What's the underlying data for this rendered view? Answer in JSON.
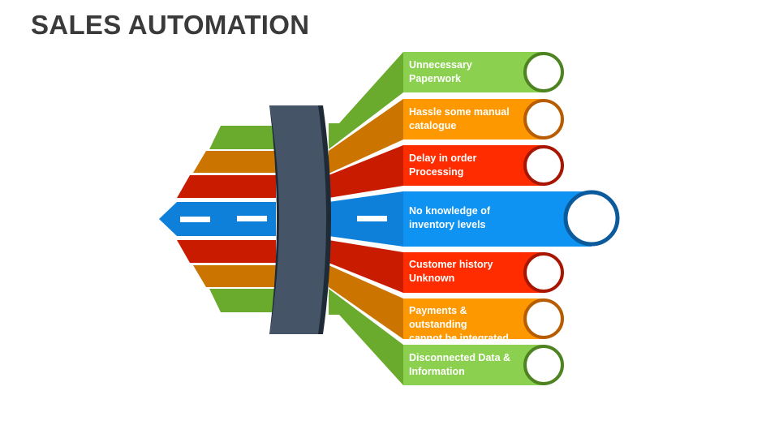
{
  "title": "SALES AUTOMATION",
  "colors": {
    "green": "#6aab2e",
    "green_light": "#8bd04f",
    "green_dark": "#4e8321",
    "orange": "#cc7400",
    "orange_light": "#fd9800",
    "orange_dark": "#b85c00",
    "red": "#c91b00",
    "red_light": "#ff2c00",
    "red_dark": "#a81500",
    "blue": "#0f80d9",
    "blue_light": "#0f93f2",
    "blue_dark": "#0b5a9c",
    "tunnel": "#465467"
  },
  "items": [
    {
      "label": "Unnecessary\nPaperwork",
      "color": "green"
    },
    {
      "label": "Hassle some manual\ncatalogue",
      "color": "orange"
    },
    {
      "label": "Delay in order\nProcessing",
      "color": "red"
    },
    {
      "label": "No knowledge of\ninventory levels",
      "color": "blue"
    },
    {
      "label": "Customer history\nUnknown",
      "color": "red"
    },
    {
      "label": "Payments & outstanding\ncannot be integrated",
      "color": "orange"
    },
    {
      "label": "Disconnected Data &\nInformation",
      "color": "green"
    }
  ]
}
